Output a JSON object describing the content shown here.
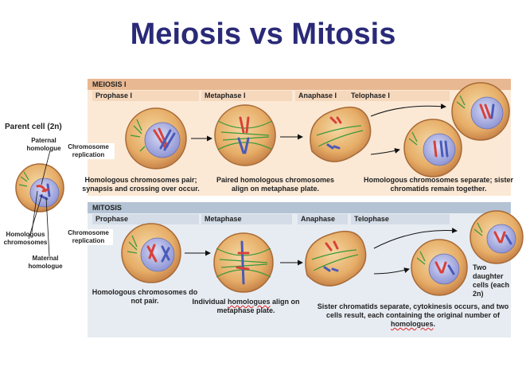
{
  "title": "Meiosis vs Mitosis",
  "parent": {
    "label": "Parent cell (2n)",
    "paternal": "Paternal homologue",
    "replication": "Chromosome replication",
    "homologous": "Homologous chromosomes",
    "maternal": "Maternal homologue"
  },
  "meiosis": {
    "header": "MEIOSIS I",
    "phases": [
      "Prophase I",
      "Metaphase I",
      "Anaphase I",
      "Telophase I"
    ],
    "caption_prophase": "Homologous chromosomes pair; synapsis and crossing over occur.",
    "caption_metaphase": "Paired homologous chromosomes align on metaphase plate.",
    "caption_end": "Homologous chromosomes separate; sister chromatids remain together."
  },
  "mitosis": {
    "header": "MITOSIS",
    "phases": [
      "Prophase",
      "Metaphase",
      "Anaphase",
      "Telophase"
    ],
    "replication": "Chromosome replication",
    "caption_prophase": "Homologous chromosomes do not pair.",
    "caption_metaphase_a": "Individual ",
    "caption_metaphase_b": "homologues",
    "caption_metaphase_c": " align on metaphase plate.",
    "caption_end_a": "Sister chromatids separate, cytokinesis occurs, and two cells result, each containing the original number of ",
    "caption_end_b": "homologues",
    "caption_end_c": ".",
    "daughter": "Two daughter cells (each 2n)"
  },
  "colors": {
    "title": "#2a2a78",
    "meiosis_bg": "#fbe9d6",
    "meiosis_head": "#e8b892",
    "mitosis_bg": "#e7ecf2",
    "mitosis_head": "#b4c3d4",
    "cell": "#e8b070",
    "nucleus": "#b9bde8",
    "paternal": "#d8403a",
    "maternal": "#4a5ab8"
  }
}
